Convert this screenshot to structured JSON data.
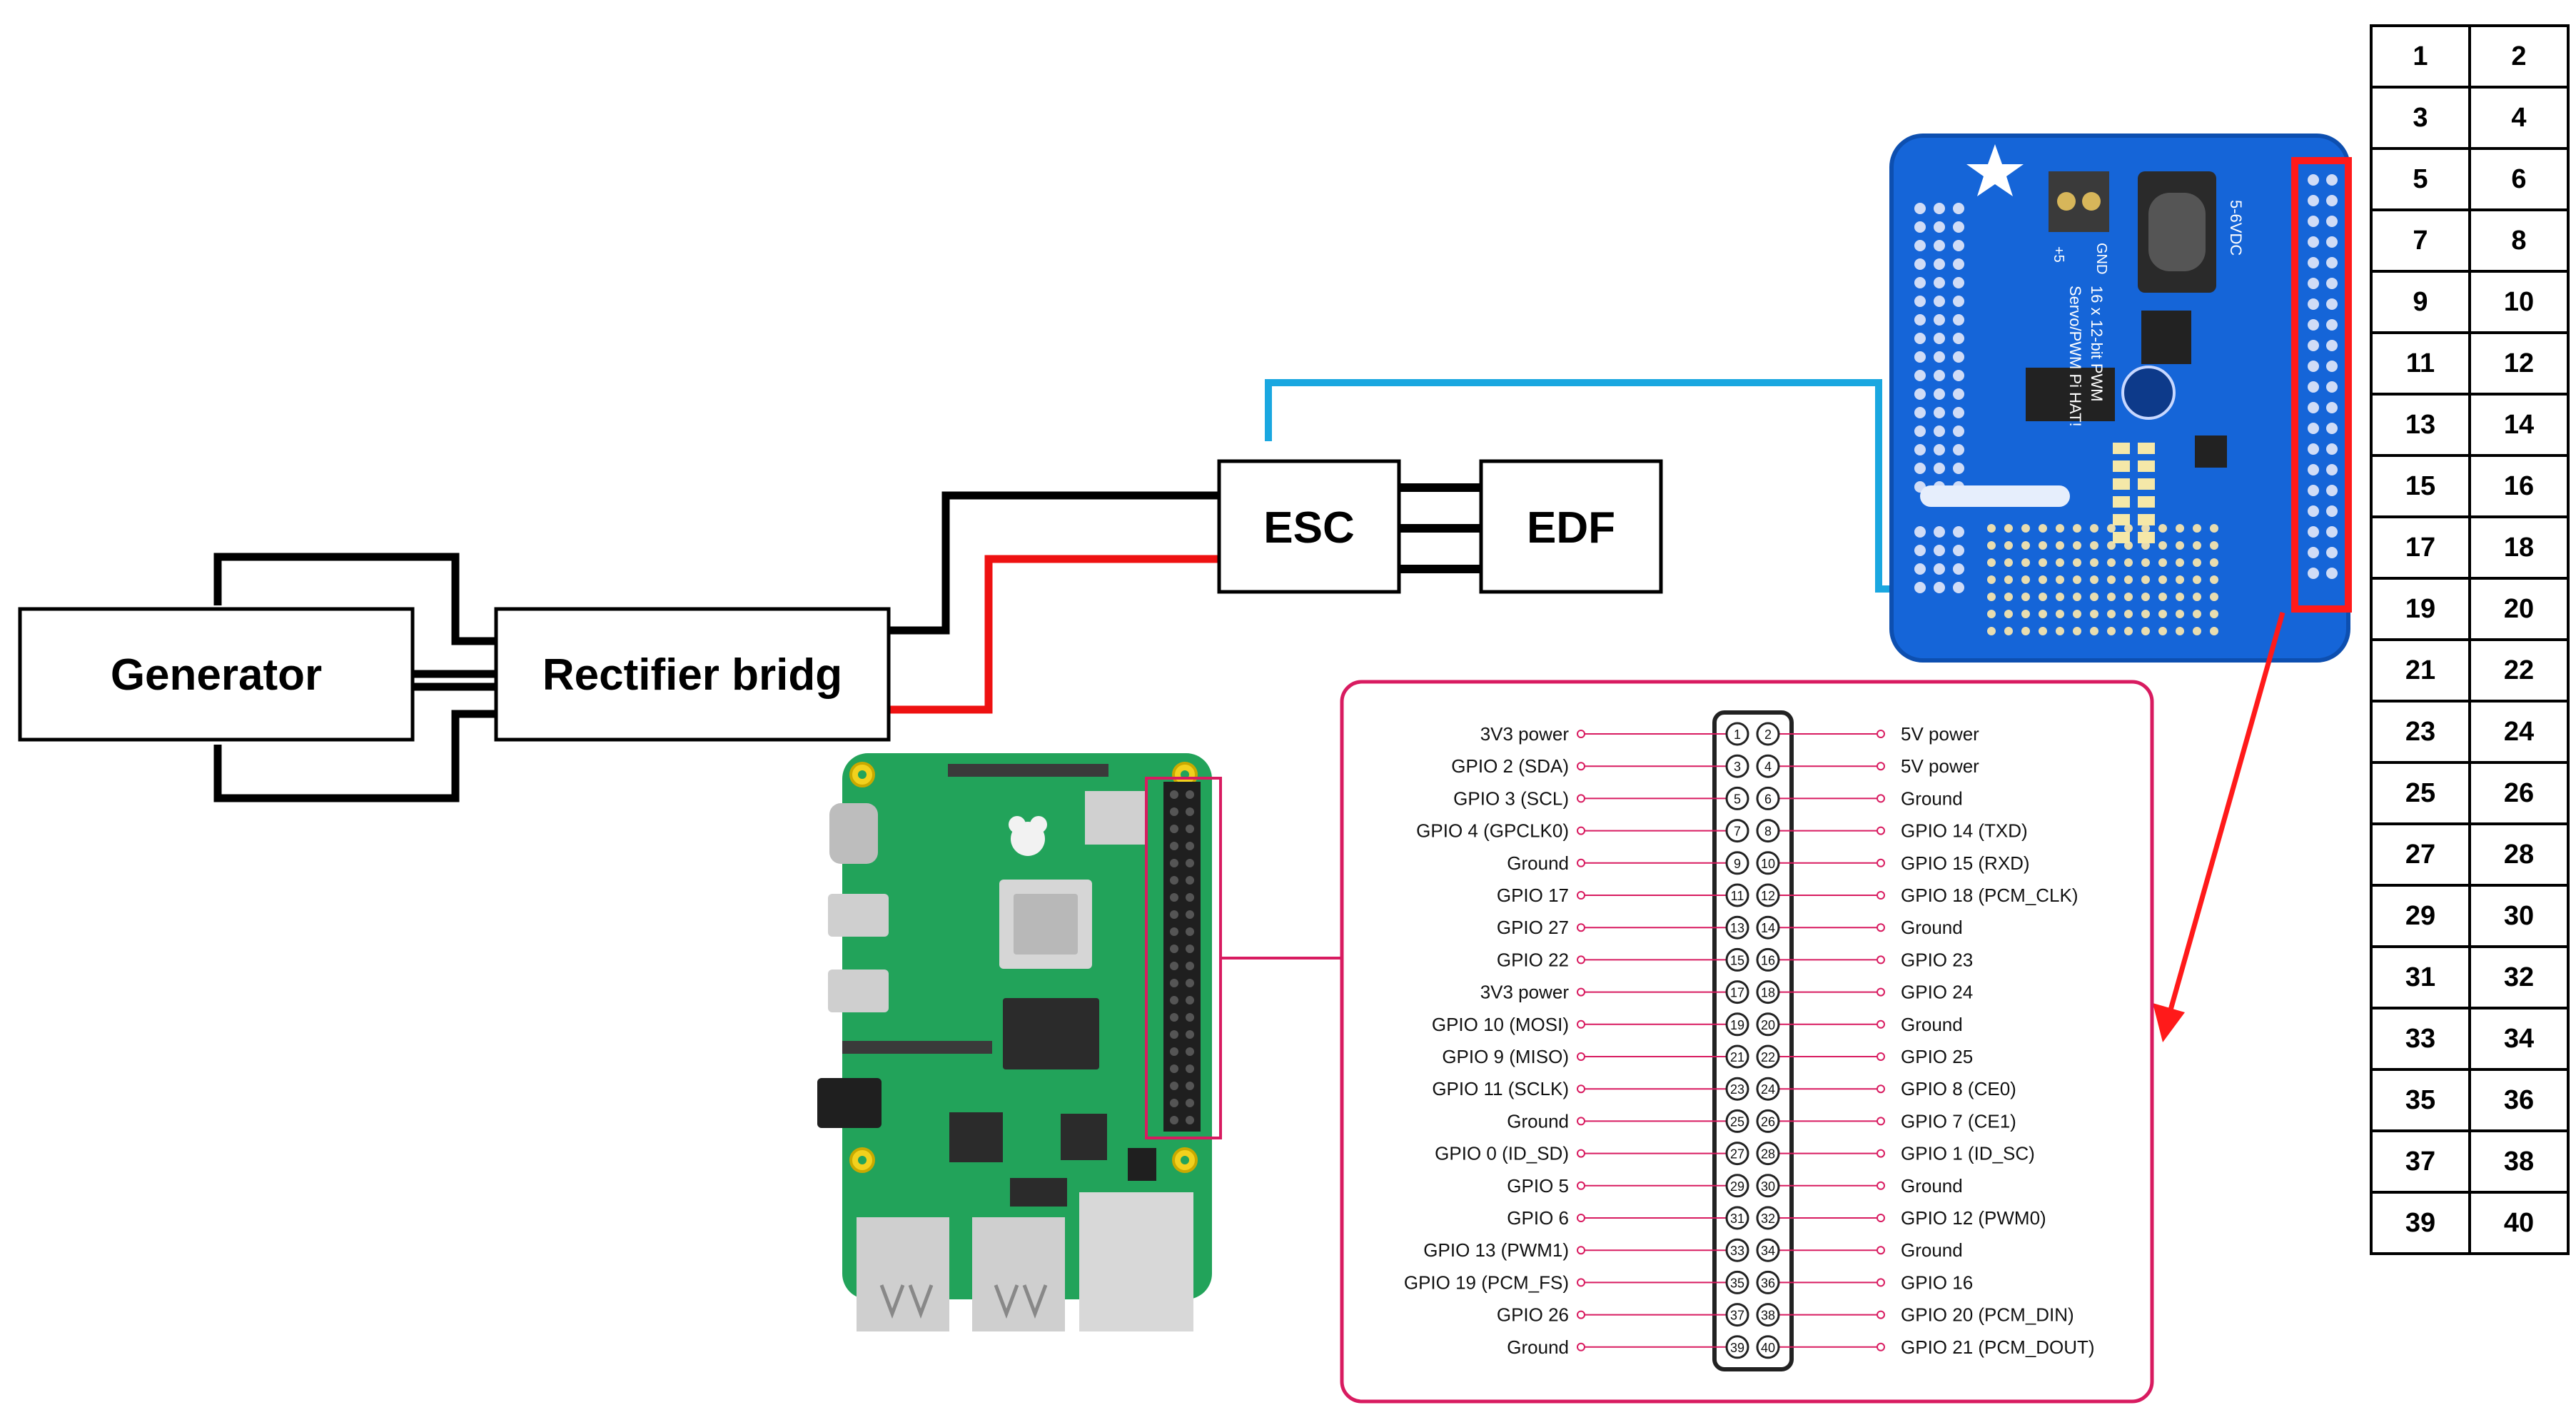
{
  "blocks": {
    "generator": "Generator",
    "rectifier": "Rectifier bridg",
    "esc": "ESC",
    "edf": "EDF"
  },
  "colors": {
    "wire_black": "#000000",
    "wire_red": "#ee1111",
    "wire_blue": "#1aa7e0",
    "hat_board": "#1565d8",
    "pi_board": "#22a35a",
    "header_highlight": "#ff1a1a",
    "pinout_accent": "#d81b60"
  },
  "servo_hat": {
    "title_lines": [
      "16 x 12-bit PWM",
      "Servo/PWM Pi HAT!"
    ],
    "power_label": "5-6VDC",
    "terminal_labels": [
      "+5",
      "GND"
    ]
  },
  "pinout": {
    "left": [
      {
        "pin": 1,
        "label": "3V3 power"
      },
      {
        "pin": 3,
        "label": "GPIO 2 (SDA)"
      },
      {
        "pin": 5,
        "label": "GPIO 3 (SCL)"
      },
      {
        "pin": 7,
        "label": "GPIO 4 (GPCLK0)"
      },
      {
        "pin": 9,
        "label": "Ground"
      },
      {
        "pin": 11,
        "label": "GPIO 17"
      },
      {
        "pin": 13,
        "label": "GPIO 27"
      },
      {
        "pin": 15,
        "label": "GPIO 22"
      },
      {
        "pin": 17,
        "label": "3V3 power"
      },
      {
        "pin": 19,
        "label": "GPIO 10 (MOSI)"
      },
      {
        "pin": 21,
        "label": "GPIO 9 (MISO)"
      },
      {
        "pin": 23,
        "label": "GPIO 11 (SCLK)"
      },
      {
        "pin": 25,
        "label": "Ground"
      },
      {
        "pin": 27,
        "label": "GPIO 0 (ID_SD)"
      },
      {
        "pin": 29,
        "label": "GPIO 5"
      },
      {
        "pin": 31,
        "label": "GPIO 6"
      },
      {
        "pin": 33,
        "label": "GPIO 13 (PWM1)"
      },
      {
        "pin": 35,
        "label": "GPIO 19 (PCM_FS)"
      },
      {
        "pin": 37,
        "label": "GPIO 26"
      },
      {
        "pin": 39,
        "label": "Ground"
      }
    ],
    "right": [
      {
        "pin": 2,
        "label": "5V power"
      },
      {
        "pin": 4,
        "label": "5V power"
      },
      {
        "pin": 6,
        "label": "Ground"
      },
      {
        "pin": 8,
        "label": "GPIO 14 (TXD)"
      },
      {
        "pin": 10,
        "label": "GPIO 15 (RXD)"
      },
      {
        "pin": 12,
        "label": "GPIO 18 (PCM_CLK)"
      },
      {
        "pin": 14,
        "label": "Ground"
      },
      {
        "pin": 16,
        "label": "GPIO 23"
      },
      {
        "pin": 18,
        "label": "GPIO 24"
      },
      {
        "pin": 20,
        "label": "Ground"
      },
      {
        "pin": 22,
        "label": "GPIO 25"
      },
      {
        "pin": 24,
        "label": "GPIO 8 (CE0)"
      },
      {
        "pin": 26,
        "label": "GPIO 7 (CE1)"
      },
      {
        "pin": 28,
        "label": "GPIO 1 (ID_SC)"
      },
      {
        "pin": 30,
        "label": "Ground"
      },
      {
        "pin": 32,
        "label": "GPIO 12 (PWM0)"
      },
      {
        "pin": 34,
        "label": "Ground"
      },
      {
        "pin": 36,
        "label": "GPIO 16"
      },
      {
        "pin": 38,
        "label": "GPIO 20 (PCM_DIN)"
      },
      {
        "pin": 40,
        "label": "GPIO 21 (PCM_DOUT)"
      }
    ]
  },
  "pin_table": [
    [
      "1",
      "2"
    ],
    [
      "3",
      "4"
    ],
    [
      "5",
      "6"
    ],
    [
      "7",
      "8"
    ],
    [
      "9",
      "10"
    ],
    [
      "11",
      "12"
    ],
    [
      "13",
      "14"
    ],
    [
      "15",
      "16"
    ],
    [
      "17",
      "18"
    ],
    [
      "19",
      "20"
    ],
    [
      "21",
      "22"
    ],
    [
      "23",
      "24"
    ],
    [
      "25",
      "26"
    ],
    [
      "27",
      "28"
    ],
    [
      "29",
      "30"
    ],
    [
      "31",
      "32"
    ],
    [
      "33",
      "34"
    ],
    [
      "35",
      "36"
    ],
    [
      "37",
      "38"
    ],
    [
      "39",
      "40"
    ]
  ]
}
